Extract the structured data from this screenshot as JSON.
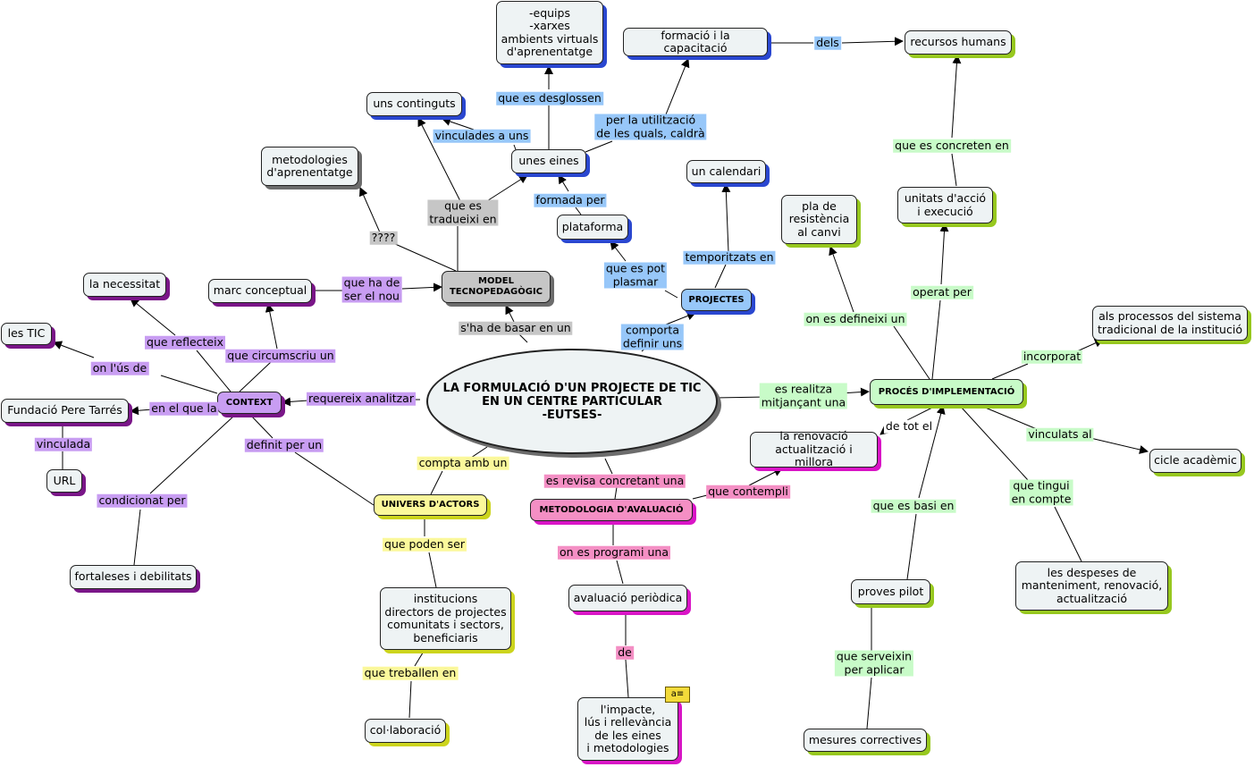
{
  "colors": {
    "blue": "#97c7f9",
    "gray": "#c6c6c6",
    "purple": "#c89df2",
    "green": "#c8fbc8",
    "pink": "#f48fc4",
    "yellow": "#fbf89b",
    "shadow_blue": "#2a47d0",
    "shadow_green": "#97c81f",
    "shadow_purple": "#7a1688",
    "shadow_magenta": "#d915c6",
    "shadow_yellow": "#ccd41d"
  },
  "concepts": {
    "central": "LA FORMULACIÓ D'UN PROJECTE DE TIC\nEN UN CENTRE PARTICULAR\n-EUTSES-",
    "model": "MODEL\nTECNOPEDAGÒGIC",
    "context": "CONTEXT",
    "projectes": "PROJECTES",
    "proces": "PROCÉS D'IMPLEMENTACIÓ",
    "univers": "UNIVERS D'ACTORS",
    "metodologia": "METODOLOGIA D'AVALUACIÓ",
    "equips": "-equips\n-xarxes\nambients virtuals\nd'aprenentatge",
    "formacio": "formació i la capacitació",
    "recursos": "recursos humans",
    "continguts": "uns continguts",
    "eines": "unes eines",
    "metodologies": "metodologies\nd'aprenentatge",
    "calendari": "un calendari",
    "plataforma": "plataforma",
    "pla": "pla de\nresistència\nal canvi",
    "unitats": "unitats d'acció\ni execució",
    "necessitat": "la necessitat",
    "marc": "marc conceptual",
    "tic": "les TIC",
    "fundacio": "Fundació Pere Tarrés",
    "url": "URL",
    "fortaleses": "fortaleses i debilitats",
    "processos": "als processos del sistema\ntradicional de la institució",
    "cicle": "cicle acadèmic",
    "renovacio": "la renovació\nactualització i millora",
    "despeses": "les despeses de\nmanteniment, renovació,\nactualització",
    "pilot": "proves pilot",
    "correctives": "mesures correctives",
    "institucions": "institucions\ndirectors de projectes\ncomunitats i sectors,\nbeneficiaris",
    "collaboracio": "col·laboració",
    "periodica": "avaluació periòdica",
    "impacte": "l'impacte,\nlús i rellevància\nde les eines\ni metodologies"
  },
  "links": {
    "dels": "dels",
    "desglossen": "que es desglossen",
    "utilitzacio": "per la utilització\nde les quals, caldrà",
    "vinculades": "vinculades a uns",
    "tradueixi": "que es\ntradueixi en",
    "qqqq": "????",
    "formada": "formada per",
    "temporitzats": "temporitzats en",
    "potplasmar": "que es pot\nplasmar",
    "haser": "que ha de\nser el nou",
    "basar": "s'ha de basar en un",
    "comporta": "comporta\ndefinir uns",
    "concreten": "que es concreten en",
    "operat": "operat per",
    "defineixi": "on es defineixi un",
    "incorporat": "incorporat",
    "realitza": "es realitza\nmitjançant una",
    "detotel": "de tot el",
    "vinculatsal": "vinculats al",
    "tingui": "que tingui\nen compte",
    "basi": "que es basi en",
    "serveixin": "que serveixin\nper aplicar",
    "reflecteix": "que reflecteix",
    "circumscriu": "que circumscriu un",
    "ielus": "on l'ús de",
    "enelque": "en el que la",
    "vinculada": "vinculada",
    "requereix": "requereix analitzar",
    "definit": "definit per un",
    "condicionat": "condicionat per",
    "compta": "compta amb un",
    "poden": "que poden ser",
    "treballen": "que treballen en",
    "revisa": "es revisa concretant una",
    "contempli": "que contempli",
    "programi": "on es programi una",
    "de": "de"
  },
  "note_icon": "a≡"
}
